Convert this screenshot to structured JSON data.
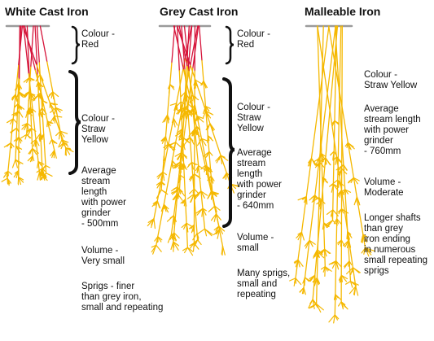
{
  "columns": [
    {
      "title": "White Cast Iron",
      "red_note": "Colour -\nRed",
      "yellow_notes": [
        "Colour -\nStraw\nYellow",
        "Average\nstream\nlength\nwith power\ngrinder\n- 500mm",
        "Volume -\nVery small",
        "Sprigs - finer\nthan grey iron,\nsmall and repeating"
      ]
    },
    {
      "title": "Grey Cast Iron",
      "red_note": "Colour -\nRed",
      "yellow_notes": [
        "Colour -\nStraw\nYellow",
        "Average\nstream\nlength\nwith power\ngrinder\n- 640mm",
        "Volume -\nsmall",
        "Many sprigs,\nsmall and\nrepeating"
      ]
    },
    {
      "title": "Malleable Iron",
      "yellow_notes": [
        "Colour -\nStraw Yellow",
        "Average\nstream length\nwith power\ngrinder\n- 760mm",
        "Volume -\nModerate",
        "Longer shafts\nthan grey\niron ending\nin numerous\nsmall repeating\nsprigs"
      ]
    }
  ],
  "colors": {
    "spark_red": "#d6143a",
    "spark_yellow": "#f5b800",
    "grinder_line": "#9a9a9a",
    "bracket": "#111111"
  }
}
